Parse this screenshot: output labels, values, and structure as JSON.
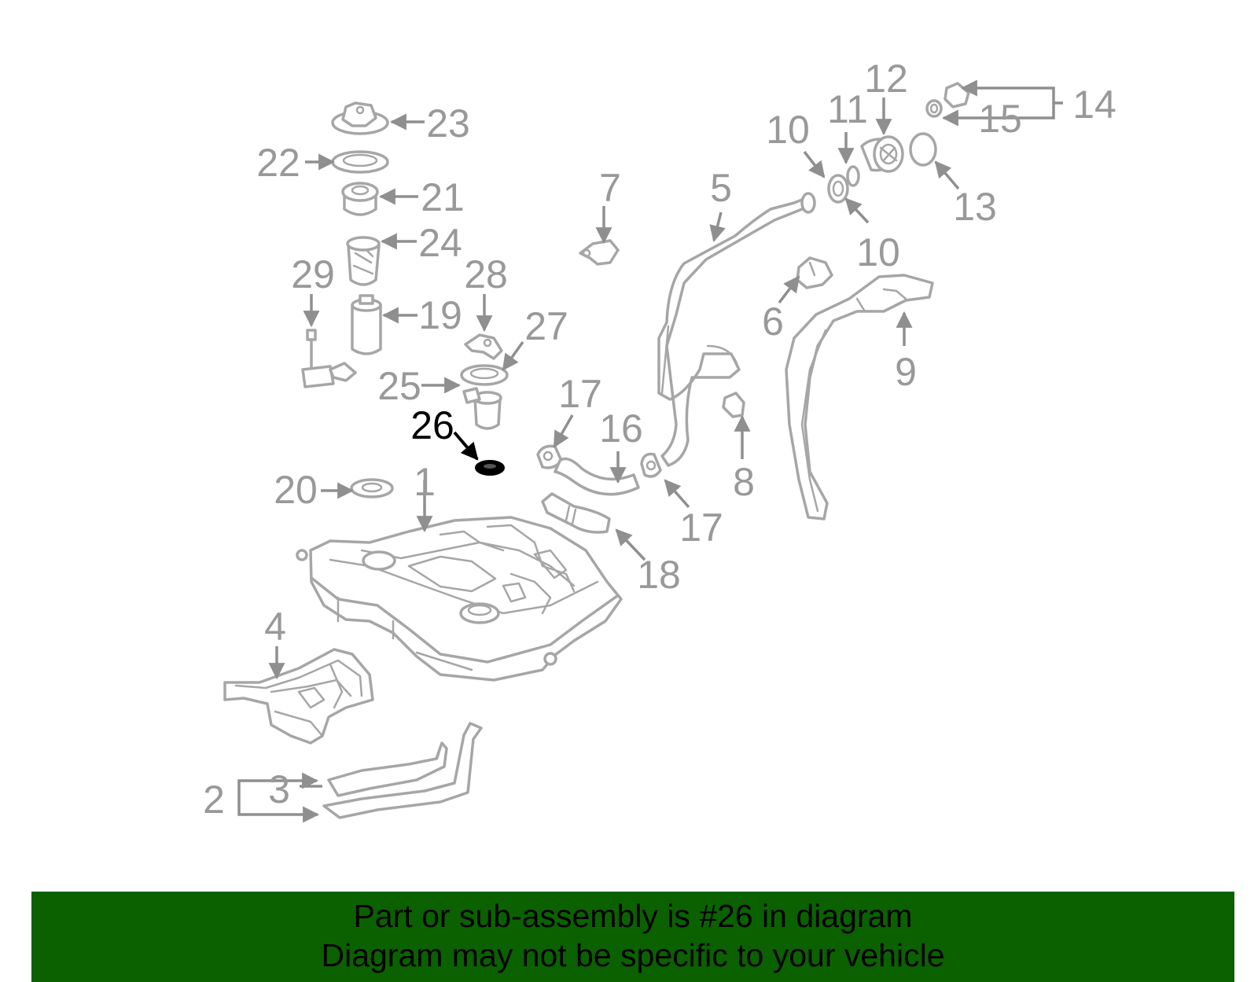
{
  "highlight_part": "26",
  "colors": {
    "banner": "#0b6100",
    "part_stroke": "#a6a6a6",
    "label": "#999999",
    "highlight": "#000000"
  },
  "labels": {
    "p1": "1",
    "p2": "2",
    "p3": "3",
    "p4": "4",
    "p5": "5",
    "p6": "6",
    "p7": "7",
    "p8": "8",
    "p9": "9",
    "p10a": "10",
    "p10b": "10",
    "p11": "11",
    "p12": "12",
    "p13": "13",
    "p14": "14",
    "p15": "15",
    "p16": "16",
    "p17a": "17",
    "p17b": "17",
    "p18": "18",
    "p19": "19",
    "p20": "20",
    "p21": "21",
    "p22": "22",
    "p23": "23",
    "p24": "24",
    "p25": "25",
    "p26": "26",
    "p27": "27",
    "p28": "28",
    "p29": "29"
  },
  "banner": {
    "line1": "Part or sub-assembly is #26 in diagram",
    "line2": "Diagram may not be specific to your vehicle"
  }
}
